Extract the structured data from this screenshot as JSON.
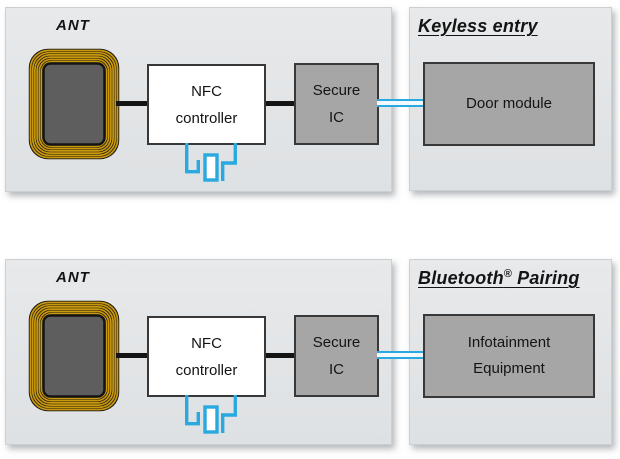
{
  "colors": {
    "panel_fill": "#E2E4E6",
    "panel_border": "#CDD0D2",
    "box_gray": "#A6A6A6",
    "box_border": "#383838",
    "wire_black": "#141414",
    "accent_cyan": "#29A9DF",
    "coil_gold": "#C9980D",
    "coil_dark": "#1E1B10",
    "coil_core_gray": "#5E5E5E",
    "text": "#141414"
  },
  "rows": [
    {
      "ant_label": "ANT",
      "nfc_line1": "NFC",
      "nfc_line2": "controller",
      "secure_line1": "Secure",
      "secure_line2": "IC",
      "heading": {
        "text": "Keyless entry",
        "sup": "",
        "rest": ""
      },
      "target_line1": "Door module",
      "target_line2": ""
    },
    {
      "ant_label": "ANT",
      "nfc_line1": "NFC",
      "nfc_line2": "controller",
      "secure_line1": "Secure",
      "secure_line2": "IC",
      "heading": {
        "text": "Bluetooth",
        "sup": "®",
        "rest": " Pairing"
      },
      "target_line1": "Infotainment",
      "target_line2": "Equipment"
    }
  ]
}
